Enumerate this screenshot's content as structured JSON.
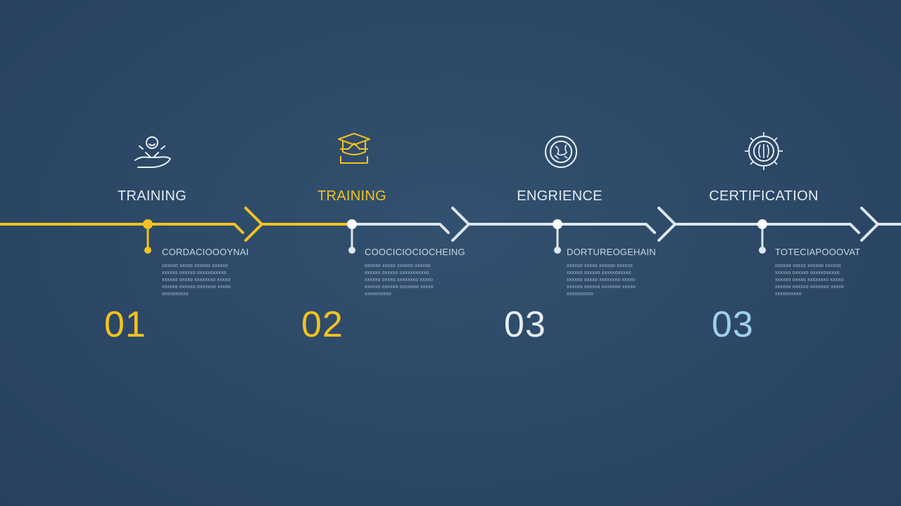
{
  "colors": {
    "accent": "#f3c21f",
    "line_light": "#dde6ef",
    "background": "#2c4866",
    "number_blue": "#9fd0ef"
  },
  "steps": [
    {
      "icon": "hand-person-icon",
      "title": "TRAINING",
      "heading": "CORDACIOOOYNAI",
      "lines": [
        "oxxxxo xxxxo xxxxoo xxxxxo",
        "xxxxxo oxxxxo oxxxxoxxxxo",
        "xxxxxo oxxxo xxxxxxxo xxxxo",
        "xxxxxo oxxxxo oxxxxoo xxxxo",
        "xxxxoxxxxo"
      ],
      "number": "01"
    },
    {
      "icon": "graduation-cap-icon",
      "title": "TRAINING",
      "heading": "COOCICIOCIOCHEING",
      "lines": [
        "oxxxxo xxxxo xxxxoo xxxxxo",
        "xxxxxo oxxxxo oxxxxoxxxxo",
        "xxxxxo oxxxo xxxxxxxo xxxxo",
        "xxxxxo oxxxxo oxxxxoo xxxxo",
        "xxxxoxxxxo"
      ],
      "number": "02"
    },
    {
      "icon": "globe-badge-icon",
      "title": "ENGRIENCE",
      "heading": "DORTUREOGEHAIN",
      "lines": [
        "oxxxxo xxxxo xxxxoo xxxxxo",
        "xxxxxo oxxxxo oxxxxoxxxxo",
        "xxxxxo oxxxo xxxxxxxo xxxxo",
        "xxxxxo oxxxxo oxxxxoo xxxxo",
        "xxxxoxxxxo"
      ],
      "number": "03"
    },
    {
      "icon": "certificate-seal-icon",
      "title": "CERTIFICATION",
      "heading": "TOTECIAPOOOVAT",
      "lines": [
        "oxxxxo xxxxo xxxxoo xxxxxo",
        "xxxxxo oxxxxo oxxxxoxxxxo",
        "xxxxxo oxxxo xxxxxxxo xxxxo",
        "xxxxxo oxxxxo oxxxxoo xxxxo",
        "xxxxoxxxxo"
      ],
      "number": "03"
    }
  ]
}
